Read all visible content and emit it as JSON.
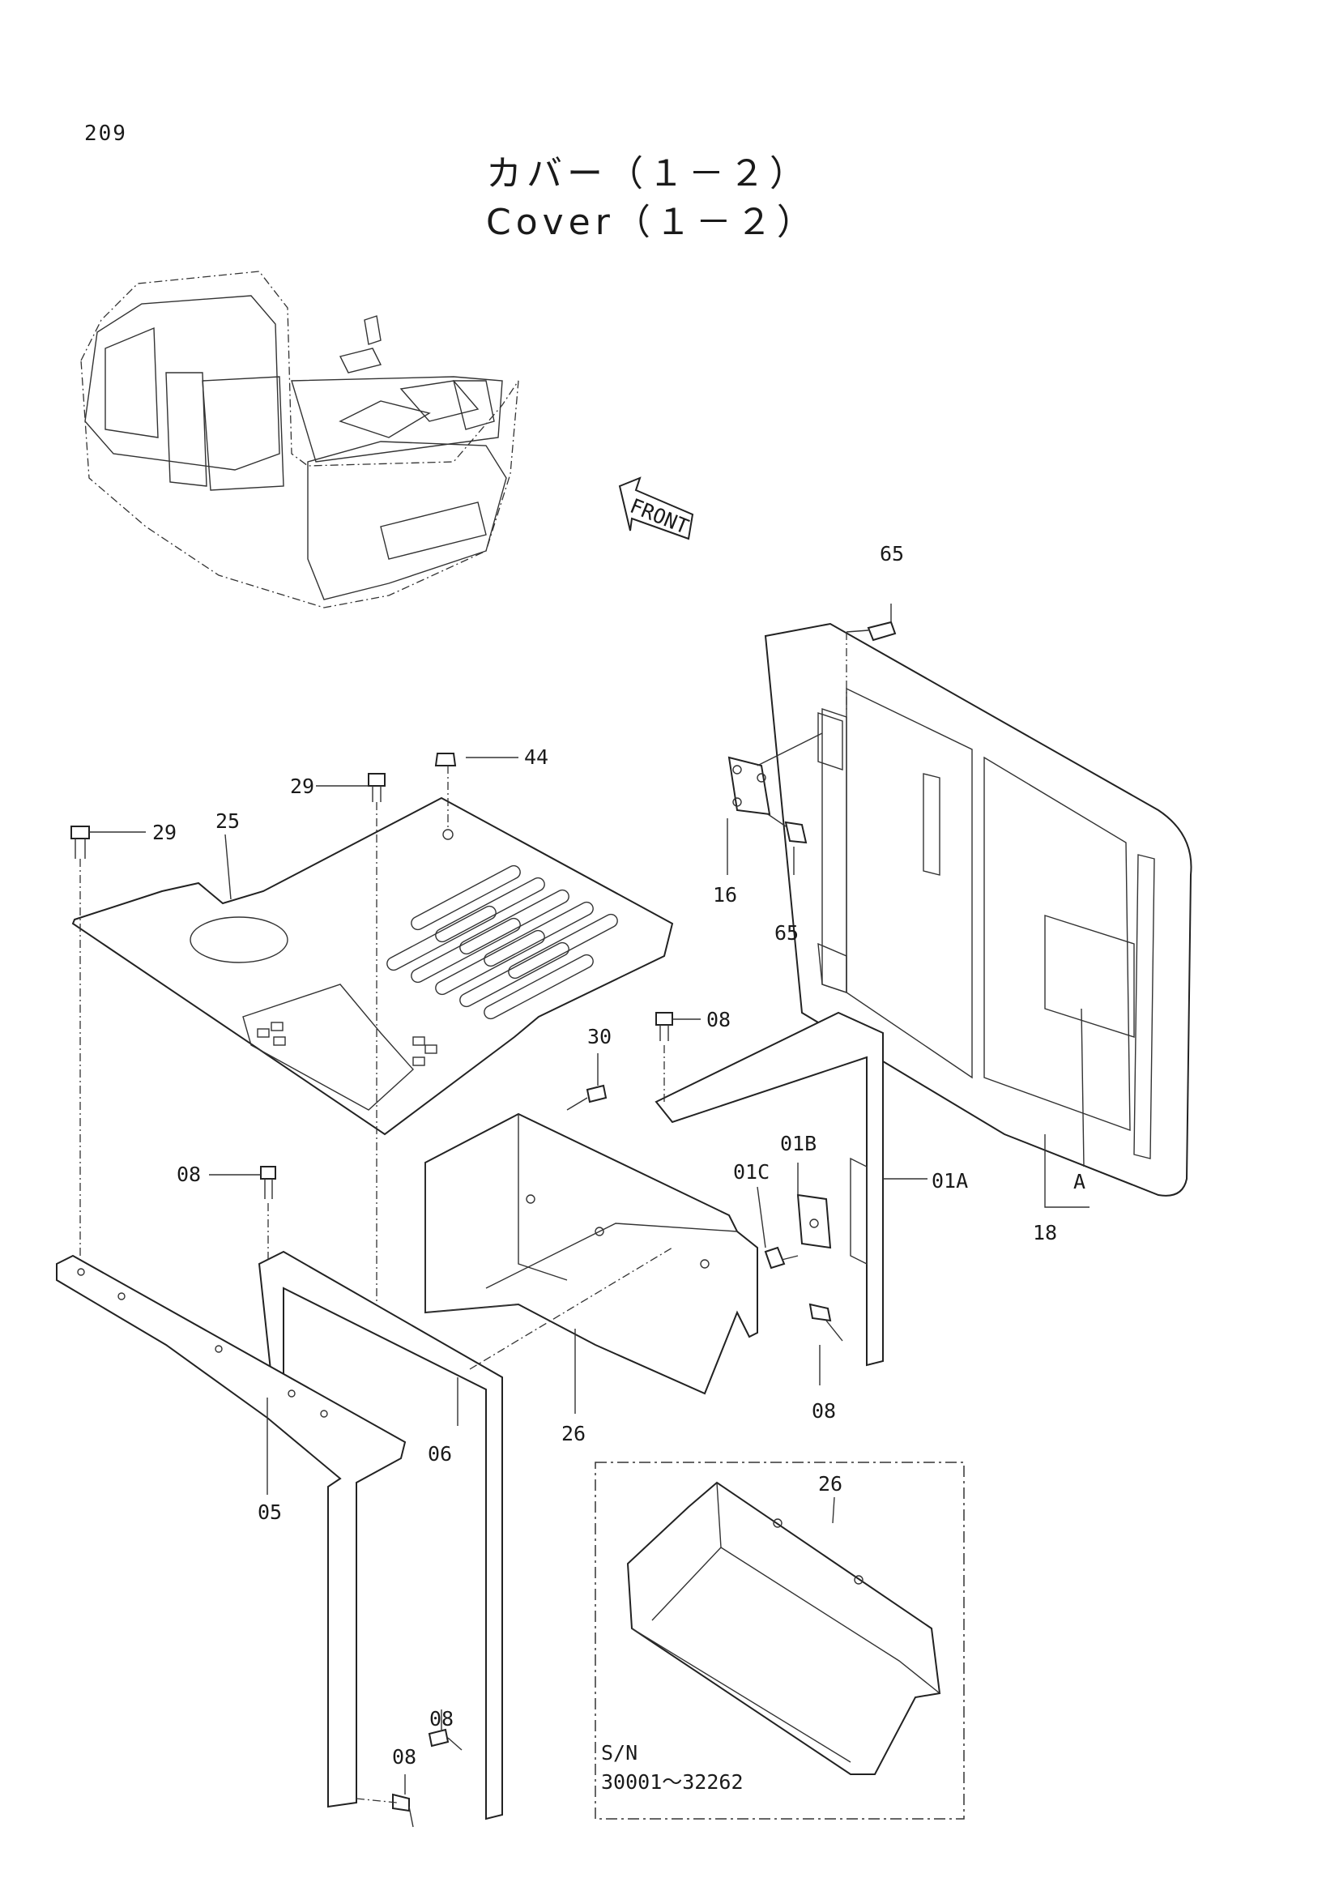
{
  "page_number": "209",
  "title_ja": "カバー（１－２）",
  "title_en": "Cover（１－２）",
  "front_label": "FRONT",
  "callouts": {
    "c65_top": "65",
    "c65_mid": "65",
    "c16": "16",
    "c44": "44",
    "c29_a": "29",
    "c29_b": "29",
    "c25": "25",
    "c08_a": "08",
    "c08_b": "08",
    "c08_c": "08",
    "c08_d": "08",
    "c08_e": "08",
    "c30": "30",
    "c01B": "01B",
    "c01C": "01C",
    "c01A": "01A",
    "cA": "A",
    "c18": "18",
    "c26_main": "26",
    "c26_inset": "26",
    "c06": "06",
    "c05": "05"
  },
  "inset": {
    "sn_label": "S/N",
    "sn_range": "30001～32262"
  }
}
